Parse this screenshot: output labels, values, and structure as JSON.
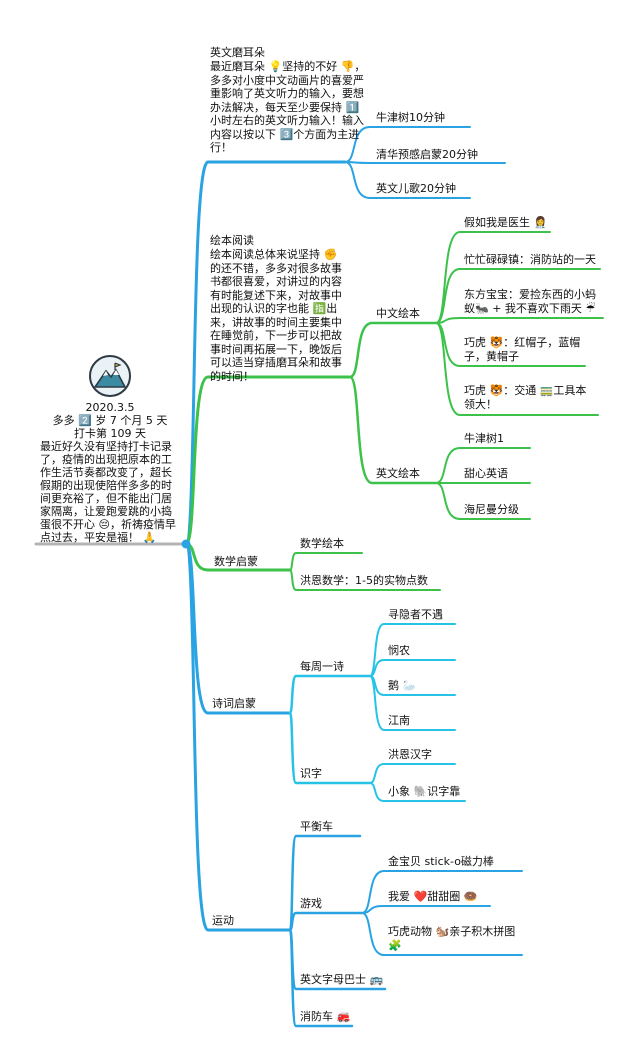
{
  "root": {
    "date": "2020.3.5",
    "age": "多多 2️⃣ 岁 7 个月 5 天",
    "checkin": "打卡第 109 天",
    "body": "最近好久没有坚持打卡记录了，疫情的出现把原本的工作生活节奏都改变了，超长假期的出现使陪伴多多的时间更充裕了，但不能出门居家隔离，让爱跑爱跳的小捣蛋很不开心 😔，祈祷疫情早点过去，平安是福！ 🙏"
  },
  "branches": {
    "english": {
      "title": "英文磨耳朵",
      "note": "最近磨耳朵 💡坚持的不好 👎，多多对小度中文动画片的喜爱严重影响了英文听力的输入，要想办法解决，每天至少要保持 1️⃣小时左右的英文听力输入！输入内容以按以下 3️⃣个方面为主进行！",
      "items": [
        "牛津树10分钟",
        "清华预感启蒙20分钟",
        "英文儿歌20分钟"
      ]
    },
    "picturebook": {
      "title": "绘本阅读",
      "note": "绘本阅读总体来说坚持 ✊的还不错，多多对很多故事书都很喜爱，对讲过的内容有时能复述下来，对故事中出现的认识的字也能 🈯出来，讲故事的时间主要集中在睡觉前，下一步可以把故事时间再拓展一下，晚饭后可以适当穿插磨耳朵和故事的时间！",
      "chinese": {
        "label": "中文绘本",
        "items": [
          "假如我是医生 👩‍⚕️",
          "忙忙碌碌镇：消防站的一天",
          "东方宝宝：爱捡东西的小蚂蚁🐜 + 我不喜欢下雨天 ☔",
          "巧虎 🐯：红帽子，蓝帽子，黄帽子",
          "巧虎 🐯：交通 🚃工具本领大！"
        ]
      },
      "english": {
        "label": "英文绘本",
        "items": [
          "牛津树1",
          "甜心英语",
          "海尼曼分级"
        ]
      }
    },
    "math": {
      "title": "数学启蒙",
      "items": [
        "数学绘本",
        "洪恩数学：1-5的实物点数"
      ]
    },
    "poetry": {
      "title": "诗词启蒙",
      "weekly": {
        "label": "每周一诗",
        "items": [
          "寻隐者不遇",
          "悯农",
          "鹅 🦢",
          "江南"
        ]
      },
      "chars": {
        "label": "识字",
        "items": [
          "洪恩汉字",
          "小象 🐘识字靠"
        ]
      }
    },
    "sport": {
      "title": "运动",
      "balance": "平衡车",
      "games": {
        "label": "游戏",
        "items": [
          "金宝贝 stick-o磁力棒",
          "我爱 ❤️甜甜圈 🍩",
          "巧虎动物 🐿️亲子积木拼图 🧩"
        ]
      },
      "bus": "英文字母巴士 🚌",
      "fire": "消防车 🚒"
    }
  },
  "colors": {
    "main": "#2aa3e3",
    "green": "#3cc24a",
    "cyan": "#27c3e6",
    "root_line": "#b4b4b4"
  }
}
